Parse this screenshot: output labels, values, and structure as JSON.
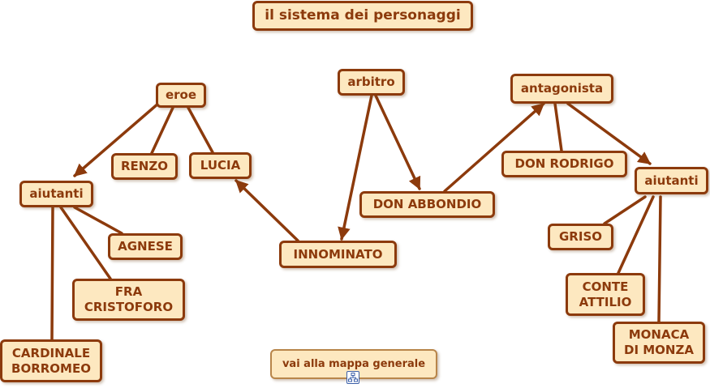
{
  "title": "il sistema dei personaggi",
  "nodes": {
    "eroe": "eroe",
    "renzo": "RENZO",
    "lucia": "LUCIA",
    "aiutanti_left": "aiutanti",
    "agnese": "AGNESE",
    "fra_cristoforo": "FRA\nCRISTOFORO",
    "cardinale_borromeo": "CARDINALE\nBORROMEO",
    "arbitro": "arbitro",
    "innominato": "INNOMINATO",
    "don_abbondio": "DON ABBONDIO",
    "antagonista": "antagonista",
    "don_rodrigo": "DON RODRIGO",
    "aiutanti_right": "aiutanti",
    "griso": "GRISO",
    "conte_attilio": "CONTE\nATTILIO",
    "monaca_di_monza": "MONACA\nDI MONZA"
  },
  "link": {
    "label": "vai alla mappa generale",
    "icon": "concept-map-icon"
  },
  "colors": {
    "node_fill": "#fde8c0",
    "node_border": "#8c3a0c",
    "connector": "#8c3a0c"
  }
}
